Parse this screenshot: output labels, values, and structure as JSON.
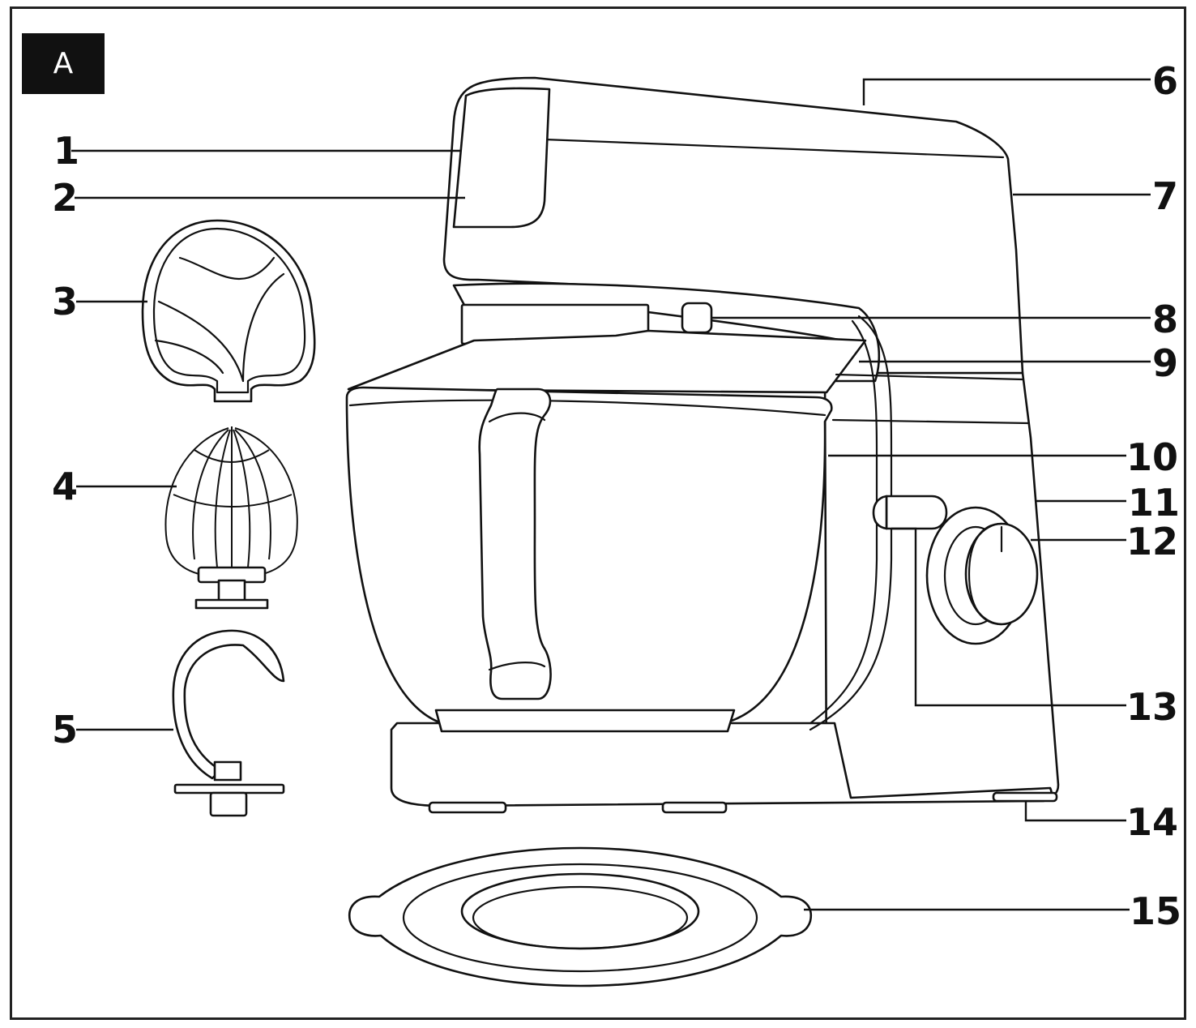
{
  "figure": {
    "badge": "A",
    "colors": {
      "line": "#111111",
      "background": "#ffffff",
      "badge_fill": "#111111",
      "badge_text": "#ffffff"
    }
  },
  "callouts": [
    {
      "id": "c1",
      "label": "1"
    },
    {
      "id": "c2",
      "label": "2"
    },
    {
      "id": "c3",
      "label": "3"
    },
    {
      "id": "c4",
      "label": "4"
    },
    {
      "id": "c5",
      "label": "5"
    },
    {
      "id": "c6",
      "label": "6"
    },
    {
      "id": "c7",
      "label": "7"
    },
    {
      "id": "c8",
      "label": "8"
    },
    {
      "id": "c9",
      "label": "9"
    },
    {
      "id": "c10",
      "label": "10"
    },
    {
      "id": "c11",
      "label": "11"
    },
    {
      "id": "c12",
      "label": "12"
    },
    {
      "id": "c13",
      "label": "13"
    },
    {
      "id": "c14",
      "label": "14"
    },
    {
      "id": "c15",
      "label": "15"
    }
  ]
}
